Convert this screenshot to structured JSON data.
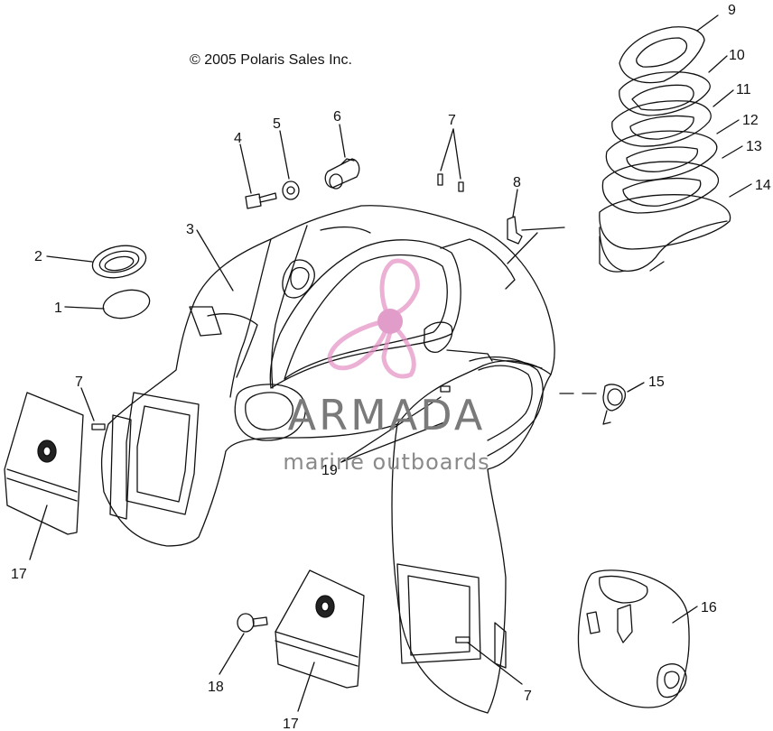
{
  "diagram": {
    "copyright": "© 2005 Polaris Sales Inc.",
    "watermark": {
      "title": "ARMADA",
      "subtitle": "marine outboards",
      "accent": "#e58fc4"
    },
    "callouts": [
      "1",
      "2",
      "3",
      "4",
      "5",
      "6",
      "7",
      "8",
      "9",
      "10",
      "11",
      "12",
      "13",
      "14",
      "15",
      "16",
      "17",
      "18",
      "19"
    ],
    "line_color": "#111111",
    "fill_color": "#ffffff"
  }
}
